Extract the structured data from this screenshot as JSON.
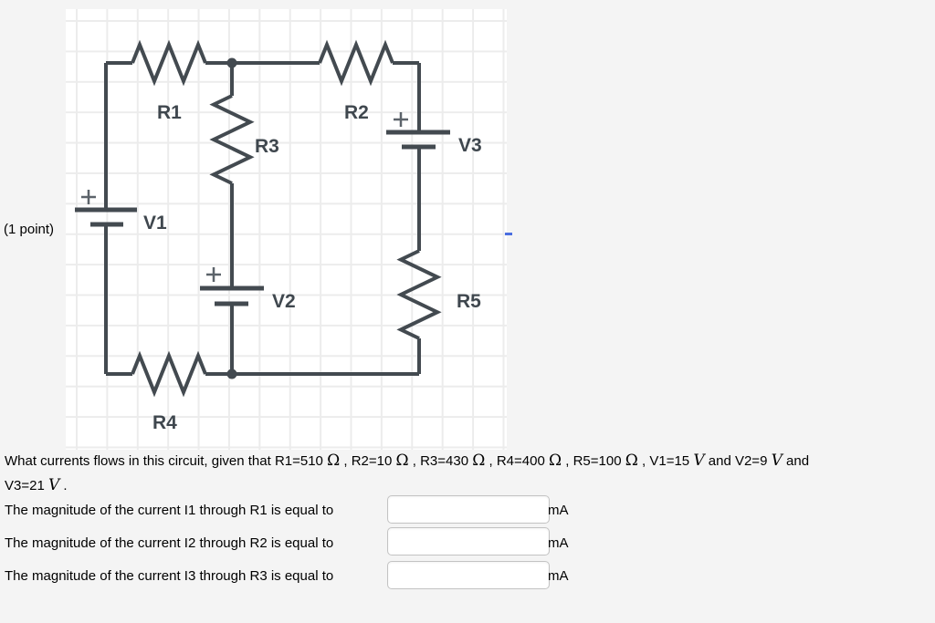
{
  "page": {
    "points_label": "(1 point)"
  },
  "circuit": {
    "labels": {
      "r1": "R1",
      "r2": "R2",
      "r3": "R3",
      "r4": "R4",
      "r5": "R5",
      "v1": "V1",
      "v2": "V2",
      "v3": "V3"
    },
    "colors": {
      "wire": "#434a50",
      "grid": "#ececec",
      "panel_bg": "#ffffff",
      "page_bg": "#f4f4f4",
      "blue_dash": "#4a6ee0",
      "input_border": "#c3c3c3"
    }
  },
  "question": {
    "segments": [
      {
        "text": "What currents flows in this circuit, given that R1=510 ",
        "style": "normal"
      },
      {
        "text": "Ω",
        "style": "omega"
      },
      {
        "text": " , R2=10 ",
        "style": "normal"
      },
      {
        "text": "Ω",
        "style": "omega"
      },
      {
        "text": " , R3=430 ",
        "style": "normal"
      },
      {
        "text": "Ω",
        "style": "omega"
      },
      {
        "text": " , R4=400 ",
        "style": "normal"
      },
      {
        "text": "Ω",
        "style": "omega"
      },
      {
        "text": " , R5=100 ",
        "style": "normal"
      },
      {
        "text": "Ω",
        "style": "omega"
      },
      {
        "text": " , V1=15 ",
        "style": "normal"
      },
      {
        "text": "V",
        "style": "volt"
      },
      {
        "text": " and V2=9 ",
        "style": "normal"
      },
      {
        "text": "V",
        "style": "volt"
      },
      {
        "text": " and",
        "style": "normal"
      },
      {
        "text": "",
        "style": "break"
      },
      {
        "text": "V3=21 ",
        "style": "normal"
      },
      {
        "text": "V",
        "style": "volt"
      },
      {
        "text": " .",
        "style": "normal"
      }
    ]
  },
  "answers": {
    "rows": [
      {
        "label": "The magnitude of the current I1 through R1 is equal to",
        "value": "",
        "unit": "mA"
      },
      {
        "label": "The magnitude of the current I2 through R2 is equal to",
        "value": "",
        "unit": "mA"
      },
      {
        "label": "The magnitude of the current I3 through R3 is equal to",
        "value": "",
        "unit": "mA"
      }
    ]
  }
}
